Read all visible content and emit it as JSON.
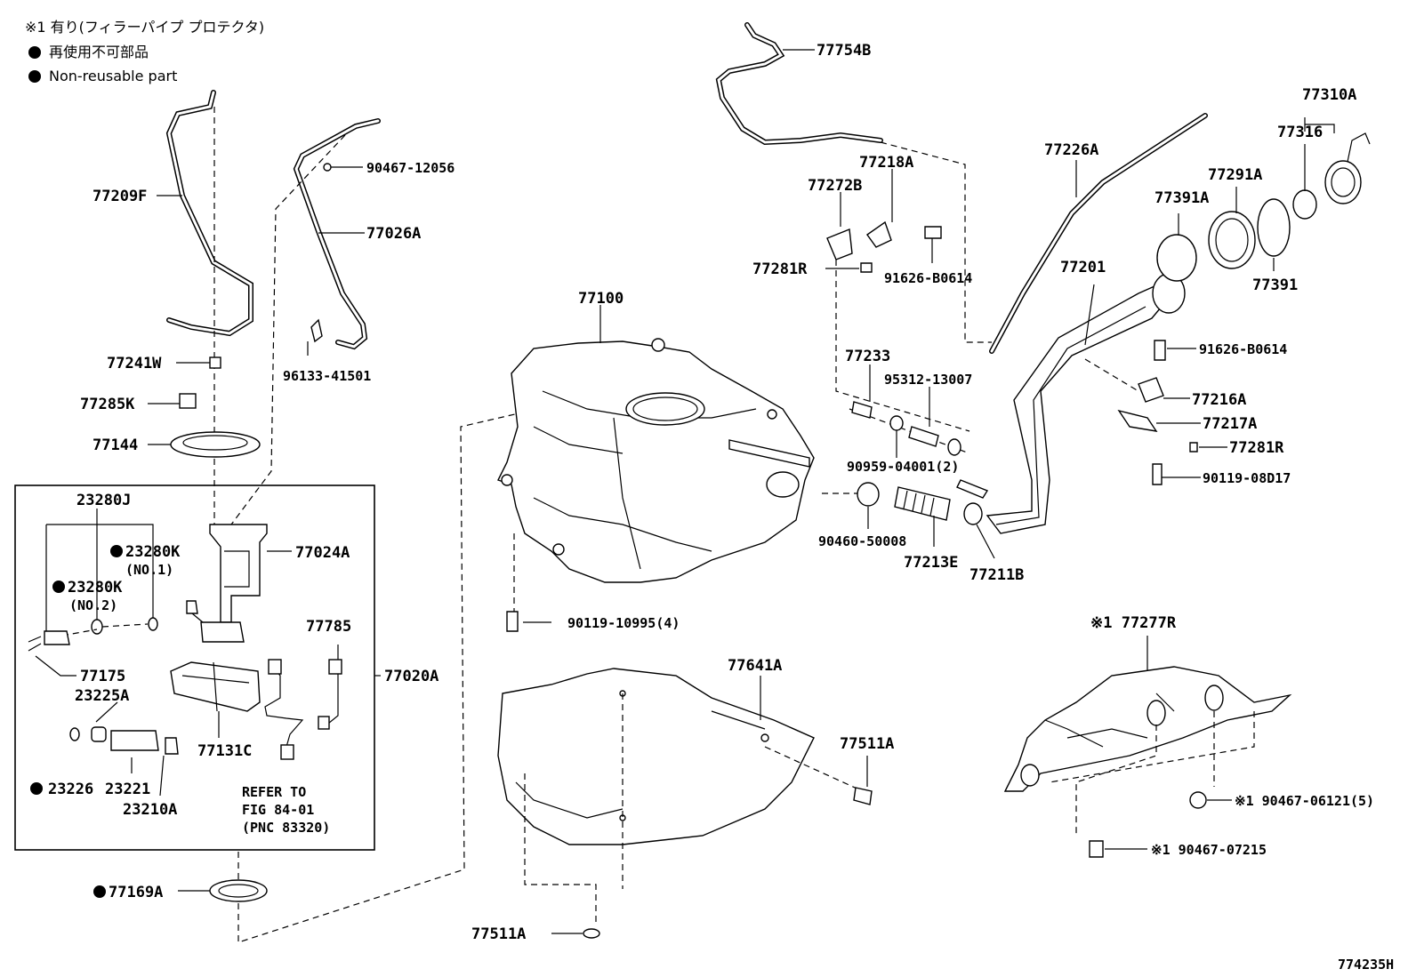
{
  "notes": {
    "line1": "※1  有り(フィラーパイプ プロテクタ)",
    "line2": "再使用不可部品",
    "line3": "Non-reusable part"
  },
  "figure_id": "774235H",
  "labels": {
    "p77209F": "77209F",
    "p90467_12056": "90467-12056",
    "p77026A": "77026A",
    "p77241W": "77241W",
    "p96133": "96133-41501",
    "p77285K": "77285K",
    "p77144": "77144",
    "p23280J": "23280J",
    "p23280K1": "23280K",
    "no1": "(NO.1)",
    "p23280K2": "23280K",
    "no2": "(NO.2)",
    "p77024A": "77024A",
    "p77785": "77785",
    "p77020A": "77020A",
    "p77175": "77175",
    "p23225A": "23225A",
    "p77131C": "77131C",
    "p23226": "23226",
    "p23221": "23221",
    "p23210A": "23210A",
    "refer1": "REFER TO",
    "refer2": "FIG 84-01",
    "refer3": "(PNC 83320)",
    "p77169A": "77169A",
    "p77754B": "77754B",
    "p77218A": "77218A",
    "p77272B": "77272B",
    "p77281R_1": "77281R",
    "p91626_1": "91626-B0614",
    "p77100": "77100",
    "p77233": "77233",
    "p95312": "95312-13007",
    "p90959": "90959-04001(2)",
    "p90460": "90460-50008",
    "p77213E": "77213E",
    "p77211B": "77211B",
    "p90119_10995": "90119-10995(4)",
    "p77226A": "77226A",
    "p77201": "77201",
    "p77310A": "77310A",
    "p77316": "77316",
    "p77291A": "77291A",
    "p77391A": "77391A",
    "p77391": "77391",
    "p91626_2": "91626-B0614",
    "p77216A": "77216A",
    "p77217A": "77217A",
    "p77281R_2": "77281R",
    "p90119_08D17": "90119-08D17",
    "p77641A": "77641A",
    "p77511A_1": "77511A",
    "p77511A_2": "77511A",
    "p77277R": "※1 77277R",
    "p90467_06121": "※1 90467-06121(5)",
    "p90467_07215": "※1 90467-07215"
  }
}
